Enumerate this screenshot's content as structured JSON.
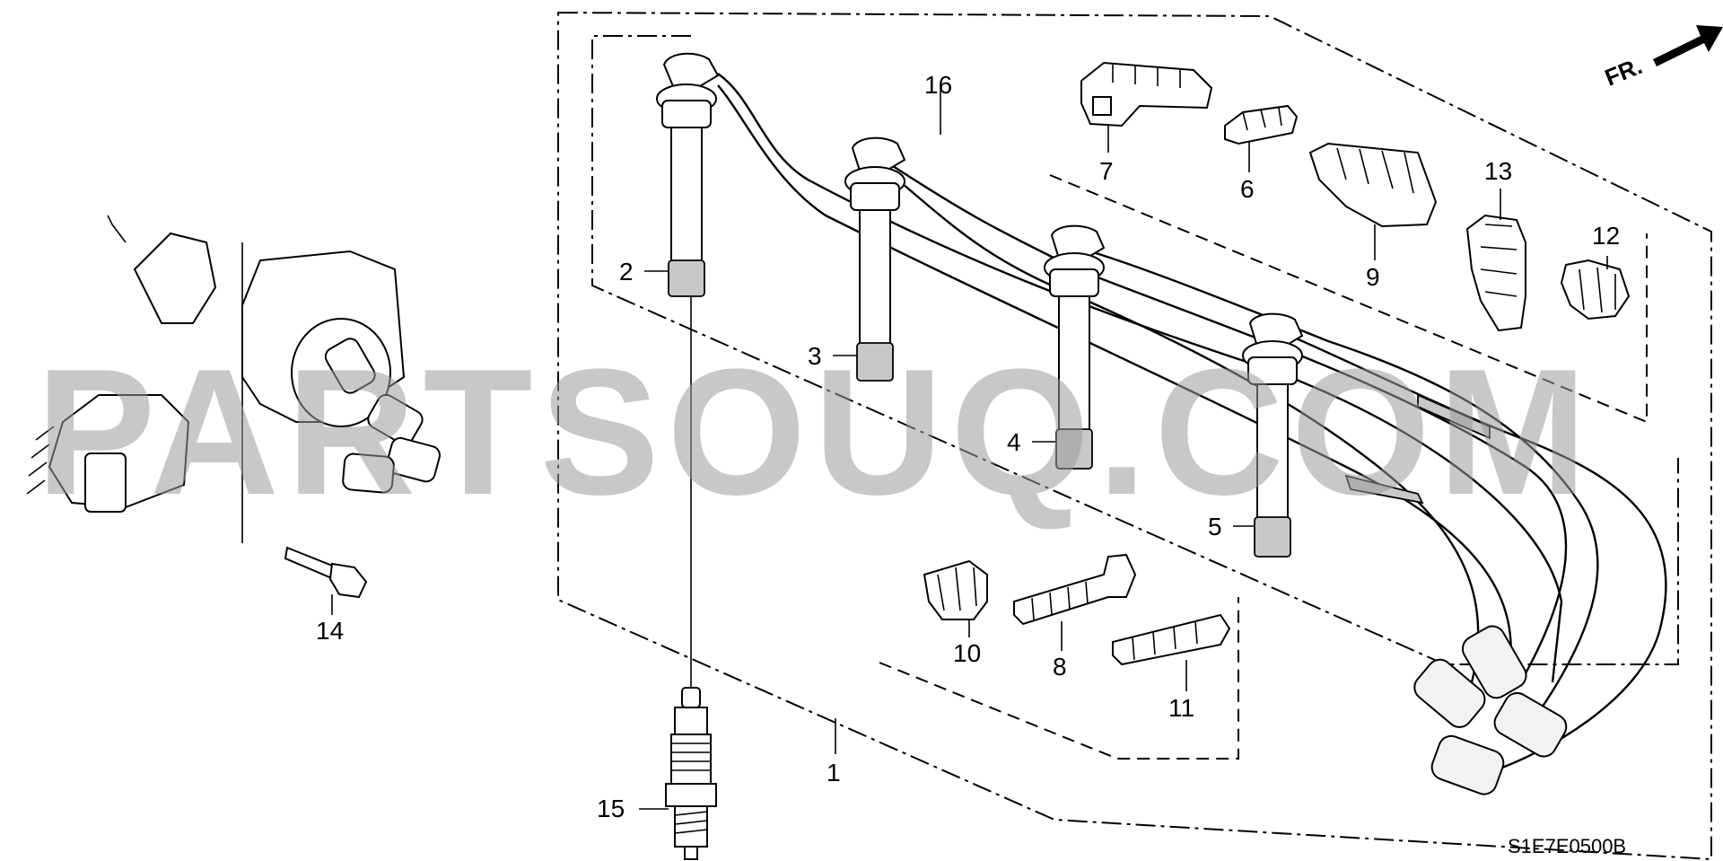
{
  "watermark": "PARTSOUQ.COM",
  "direction_label": "FR.",
  "diagram_code": "S1E7E0500B",
  "callouts": {
    "c1": "1",
    "c2": "2",
    "c3": "3",
    "c4": "4",
    "c5": "5",
    "c6": "6",
    "c7": "7",
    "c8": "8",
    "c9": "9",
    "c10": "10",
    "c11": "11",
    "c12": "12",
    "c13": "13",
    "c14": "14",
    "c15": "15",
    "c16": "16"
  },
  "icons": [
    "distributor-icon",
    "spark-plug-icon",
    "ignition-wire-icon",
    "wire-clamp-icon",
    "bolt-icon",
    "front-arrow-icon"
  ]
}
